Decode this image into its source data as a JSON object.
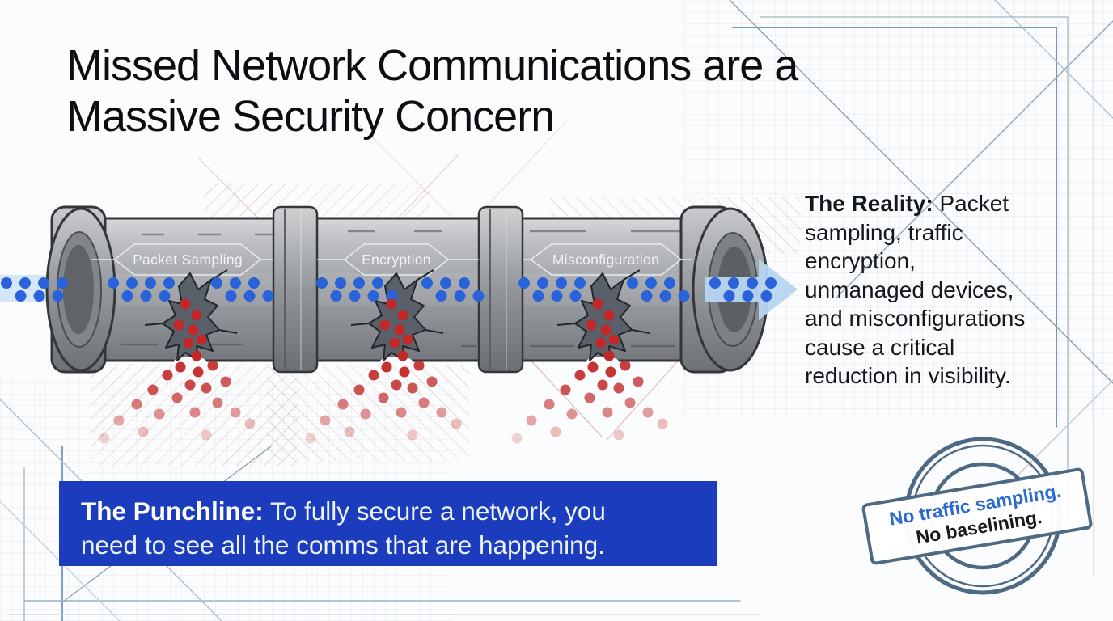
{
  "headline": "Missed Network Communications are a\nMassive Security Concern",
  "pipe_labels": [
    "Packet Sampling",
    "Encryption",
    "Misconfiguration"
  ],
  "reality": {
    "lead": "The Reality:",
    "body": " Packet\nsampling, traffic\nencryption,\nunmanaged devices,\nand misconfigurations\ncause a critical\nreduction in visibility."
  },
  "punchline": {
    "lead": "The Punchline:",
    "body": " To fully secure a network, you\nneed to see all the comms that are happening."
  },
  "stamp": {
    "line1": "No traffic sampling.",
    "line2": "No baselining."
  },
  "colors": {
    "banner_blue": "#1b3dbd",
    "packet_blue": "#2a62d9",
    "leak_red": "#c22828",
    "stamp_border": "#46647f",
    "stamp_text_blue": "#2363cf"
  }
}
